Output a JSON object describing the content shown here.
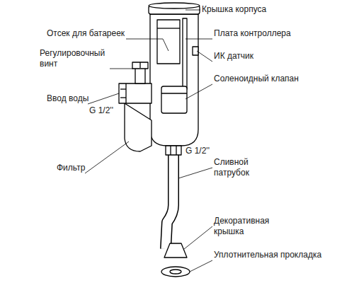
{
  "diagram": {
    "labels": [
      "Крышка корпуса",
      "Отсек для батареек",
      "Плата контроллера",
      "Регулировочный винт",
      "ИК датчик",
      "Ввод воды",
      "Соленоидный клапан",
      "G 1/2''",
      "G 1/2''",
      "Фильтр",
      "Сливной патрубок",
      "Декоративная крышка",
      "Уплотнительная прокладка"
    ]
  }
}
